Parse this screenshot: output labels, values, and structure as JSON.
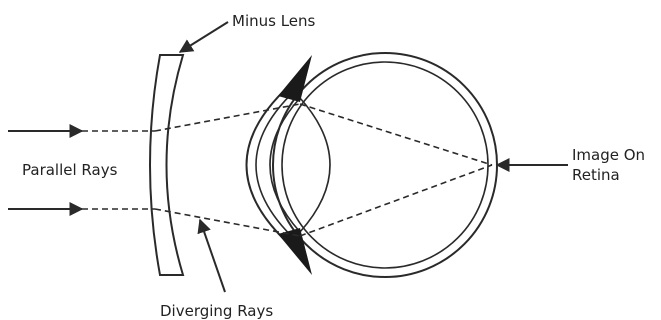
{
  "labels": {
    "minus_lens": "Minus Lens",
    "parallel_rays": "Parallel Rays",
    "image_on_retina_line1": "Image On",
    "image_on_retina_line2": "Retina",
    "diverging_rays": "Diverging Rays"
  },
  "colors": {
    "ink": "#2a2a2a",
    "background": "#ffffff",
    "pupil_fill": "#1a1a1a"
  }
}
